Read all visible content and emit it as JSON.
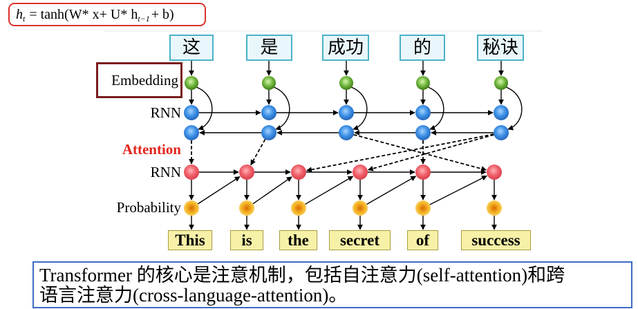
{
  "formula": {
    "h": "h",
    "h_sub": "t",
    "body": "= tanh(W* x+ U* h",
    "prev_sub": "t−1",
    "tail": "+ b)"
  },
  "source_tokens": [
    "这",
    "是",
    "成功",
    "的",
    "秘诀"
  ],
  "labels": {
    "embedding": "Embedding",
    "encoder_rnn": "RNN",
    "attention": "Attention",
    "decoder_rnn": "RNN",
    "probability": "Probability"
  },
  "output_tokens": [
    "This",
    "is",
    "the",
    "secret",
    "of",
    "success"
  ],
  "caption": {
    "line1": "Transformer 的核心是注意机制，包括自注意力(self-attention)和跨",
    "line2": "语言注意力(cross-language-attention)。"
  },
  "colors": {
    "formula_border": "#d8322a",
    "source_box_border": "#4ab2c6",
    "source_box_fill": "#e9f7fc",
    "embedding_box_border": "#7a1c1c",
    "embedding_node": "#72b83e",
    "encoder_node": "#3d90e6",
    "attention_label": "#e3231b",
    "decoder_node": "#f0606a",
    "probability_node": "#f3b023",
    "output_box_border": "#a99a3e",
    "output_box_fill": "#f7f1a8",
    "caption_border": "#3c6bc4"
  }
}
